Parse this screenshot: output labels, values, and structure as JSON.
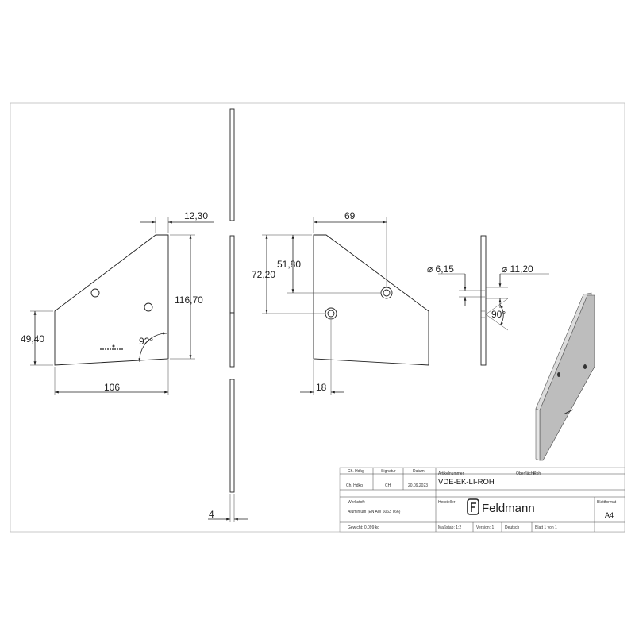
{
  "dimensions": {
    "front_top_width": "12,30",
    "front_height": "116,70",
    "front_left_height": "49,40",
    "front_angle": "92°",
    "front_width": "106",
    "thickness": "4",
    "rear_width": "69",
    "rear_hole1_height": "51,80",
    "rear_hole2_height": "72,20",
    "rear_hole_offset": "18",
    "hole_small_dia": "⌀ 6,15",
    "hole_large_dia": "⌀ 11,20",
    "countersink_angle": "90°"
  },
  "title_block": {
    "headers": {
      "drawn": "Ch. Hdkg",
      "signature": "Signatur",
      "date": "Datum",
      "article_number": "Artikelnummer",
      "surface": "Oberfläche:"
    },
    "drawn_value": "Ch. Hdkg",
    "signature_value": "CH",
    "date_value": "20.09.2023",
    "article_number_value": "VDE-EK-LI-ROH",
    "surface_value": "Roh",
    "material_label": "Werkstoff:",
    "material_value": "Aluminium (EN AW 6063 T66)",
    "manufacturer_label": "Hersteller",
    "brand": "Feldmann",
    "sheet_format_label": "Blattformat",
    "sheet_format_value": "A4",
    "weight": "Gewicht: 0.099 kg",
    "scale": "Maßstab: 1:2",
    "version": "Version: 1",
    "language": "Deutsch",
    "sheet": "Blatt 1 von 1"
  },
  "colors": {
    "line": "#222222",
    "border": "#bbbbbb",
    "iso_face": "#bdbdbd",
    "iso_edge": "#dcdcdc"
  }
}
